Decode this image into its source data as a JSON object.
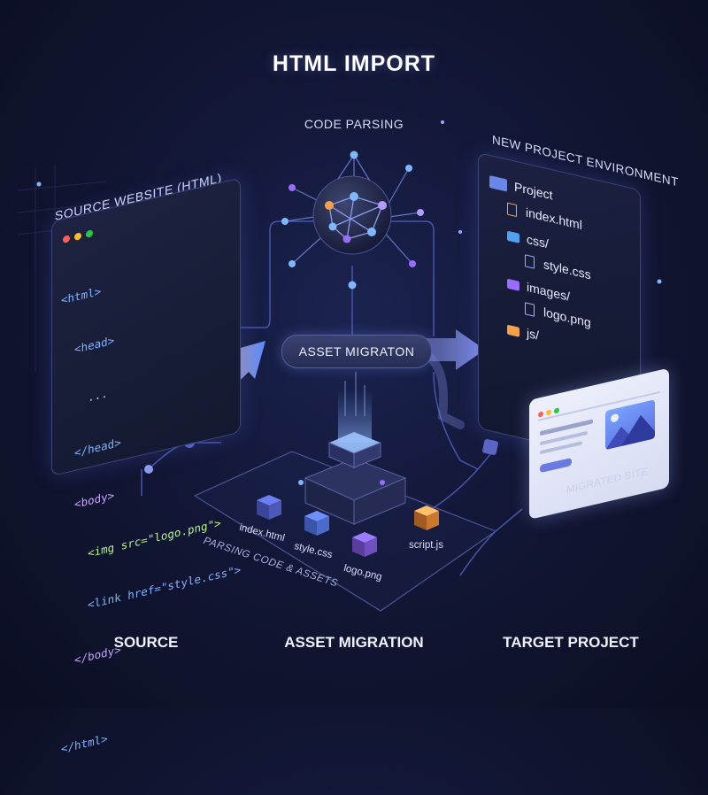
{
  "title": "HTML IMPORT",
  "top_label": "CODE PARSING",
  "source": {
    "title": "SOURCE WEBSITE (HTML)",
    "code_lines": [
      "<html>",
      "  <head>",
      "    ...",
      "  </head>",
      "  <body>",
      "    <img src=\"logo.png\">",
      "    <link href=\"style.css\">",
      "  </body>",
      "",
      "</html>"
    ]
  },
  "target": {
    "title": "NEW PROJECT ENVIRONMENT",
    "tree": [
      "Project",
      "index.html",
      "css/",
      "style.css",
      "images/",
      "logo.png",
      "js/"
    ]
  },
  "asset_migration_pill": "ASSET MIGRATON",
  "parsing_zone": {
    "label": "PARSING CODE & ASSETS",
    "files": [
      "index.html",
      "style.css",
      "logo.png",
      "script.js"
    ]
  },
  "migrated_site_label": "MIGRATED SITE",
  "bottom_labels": [
    "SOURCE",
    "ASSET MIGRATION",
    "TARGET PROJECT"
  ],
  "colors": {
    "accent_blue": "#5b7cff",
    "accent_purple": "#9a6cff",
    "accent_orange": "#f4a24a",
    "code_tag": "#7fb4ff",
    "code_attr": "#b3f28a"
  }
}
